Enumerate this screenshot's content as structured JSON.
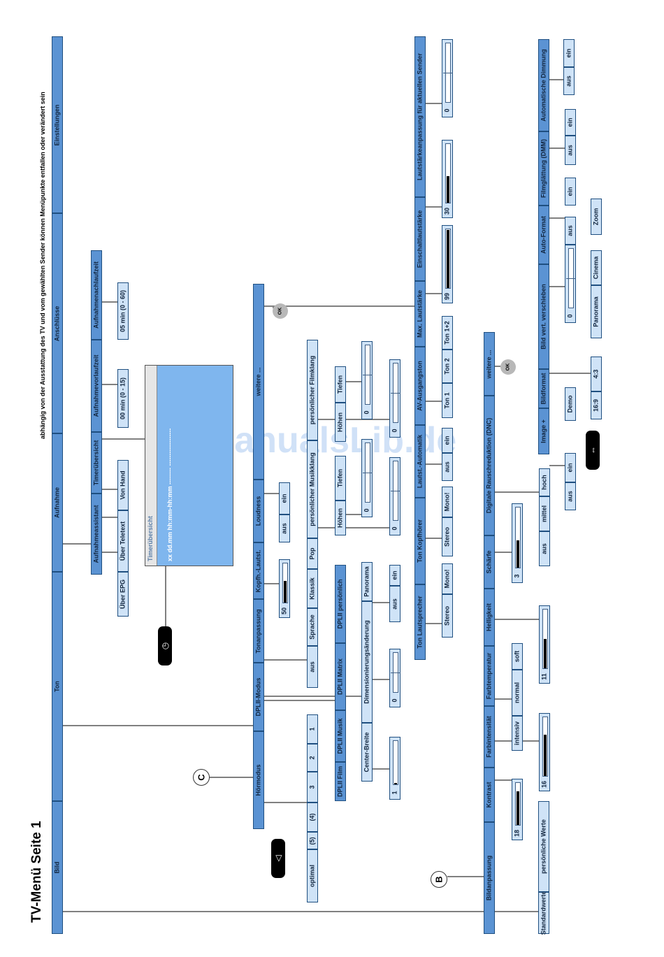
{
  "title": "TV-Menü Seite 1",
  "note": "abhängig von der Ausstattung des TV und vom gewählten Sender können Menüpunkte entfallen oder verändert sein",
  "watermark": "ManualsLib.de",
  "top_menu": [
    "Bild",
    "Ton",
    "Aufnahme",
    "Anschlüsse",
    "Einstellungen"
  ],
  "aufnahme": {
    "items": [
      "Aufnahmeassistant",
      "Timerübersicht",
      "Aufnahmevorlaufzeit",
      "Aufnahmenachlaufzeit"
    ],
    "assistant_options": [
      "Über EPG",
      "Über Teletext",
      "Von Hand"
    ],
    "vorlauf_value": "00 min (0 - 15)",
    "nachlauf_value": "05 min (0 - 60)",
    "timer_screen": {
      "header": "Timerübersicht",
      "row": "xx  dd.mm  hh:mm-hh:mm  --------  ------------------",
      "rows": [
        "xx  dd.mm  hh:mm-hh:mm  --------  ------------------"
      ]
    }
  },
  "ton": {
    "items": [
      "Hörmodus",
      "DPLII-Modus",
      "Tonanpassung",
      "Kopfh.-Lautst.",
      "Loudness",
      "weitere ..."
    ],
    "hoermodus_options": [
      "optimal",
      "(5)",
      "(4)",
      "3",
      "2",
      "1"
    ],
    "dpl_options": [
      "DPLII Film",
      "DPLII Musik",
      "DPLII Matrix",
      "DPLII persönlich"
    ],
    "dpl_personal": [
      "Center-Breite",
      "Dimensionierungsänderung",
      "Panorama"
    ],
    "center_breite_value": "1",
    "dimension_value": "0",
    "panorama_options": [
      "aus",
      "ein"
    ],
    "tonanpassung_options": [
      "aus",
      "Sprache",
      "Klassik",
      "Pop",
      "persönlicher Musikklang",
      "persönlicher Filmklang"
    ],
    "musik_bands": [
      "Höhen",
      "Tiefen"
    ],
    "film_bands": [
      "Höhen",
      "Tiefen"
    ],
    "band_value": "0",
    "kopfh_value": "50",
    "loudness_options": [
      "aus",
      "ein"
    ],
    "weitere_items": [
      "Ton Lautsprecher",
      "Ton Kopfhörer",
      "Lautst.-Automatik",
      "AV-Ausgangston",
      "Max. Lautstärke",
      "Einschaltlautstärke",
      "Lautstärkeanpassung für aktuellen Sender"
    ],
    "lautsprecher_options": [
      "Stereo",
      "Mono!"
    ],
    "kopfhoerer_options": [
      "Stereo",
      "Mono!"
    ],
    "automatik_options": [
      "aus",
      "ein"
    ],
    "av_options": [
      "Ton 1",
      "Ton 2",
      "Ton 1+2"
    ],
    "max_value": "99",
    "einschalt_value": "30",
    "anpassung_value": "0"
  },
  "bild": {
    "items": [
      "Standardwerte",
      "persönliche Werte"
    ],
    "anpassung_items": [
      "Bildanpassung",
      "Kontrast",
      "Farbintensität",
      "Farbtemperatur",
      "Helligkeit",
      "Schärfe",
      "Digitale Rauschreduktion (DNC)",
      "weitere ..."
    ],
    "kontrast_value": "18",
    "farbint_value": "16",
    "farbtemp_options": [
      "intensiv",
      "normal",
      "soft"
    ],
    "helligkeit_value": "11",
    "schaerfe_value": "3",
    "dnc_options": [
      "aus",
      "mittel",
      "hoch"
    ],
    "weitere_items": [
      "Image +",
      "Bildformat",
      "Bild vert. verschieben",
      "Auto-Format",
      "Filmglättung (DMM)",
      "Automatische Dimmung"
    ],
    "image_options": [
      "aus",
      "ein",
      "Demo"
    ],
    "format_options": [
      "16:9",
      "4:3",
      "Panorama",
      "Cinema",
      "Zoom"
    ],
    "verschieben_value": "0",
    "autoformat_options": [
      "aus",
      "ein"
    ],
    "dmm_options": [
      "aus",
      "ein"
    ],
    "dimmung_options": [
      "aus",
      "ein"
    ]
  },
  "markers": {
    "b": "B",
    "c": "C",
    "ok": "OK"
  }
}
